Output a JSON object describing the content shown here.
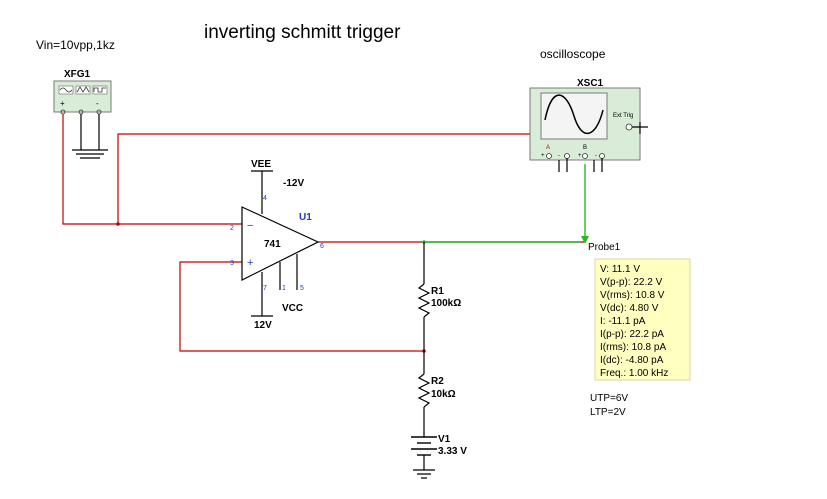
{
  "title": "inverting schmitt trigger",
  "input_note": "Vin=10vpp,1kz",
  "osc_note": "oscilloscope",
  "fg": {
    "ref": "XFG1",
    "pins": [
      "+",
      "",
      "-"
    ]
  },
  "scope": {
    "ref": "XSC1",
    "ext_trig": "Ext Trig",
    "ch_a": "A",
    "ch_b": "B",
    "ch_signs": [
      "+",
      "-",
      "+",
      "-"
    ]
  },
  "opamp": {
    "ref": "U1",
    "part": "741",
    "pin2": "2",
    "pin3": "3",
    "pin4": "4",
    "pin6": "6",
    "pin7": "7",
    "pin1": "1",
    "pin5": "5",
    "minus": "−",
    "plus": "+"
  },
  "vee": {
    "label": "VEE",
    "value": "-12V"
  },
  "vcc": {
    "label": "VCC",
    "value": "12V"
  },
  "r1": {
    "ref": "R1",
    "value": "100kΩ"
  },
  "r2": {
    "ref": "R2",
    "value": "10kΩ"
  },
  "v1": {
    "ref": "V1",
    "value": "3.33 V"
  },
  "probe": {
    "ref": "Probe1",
    "readings": [
      "V: 11.1 V",
      "V(p-p): 22.2 V",
      "V(rms): 10.8 V",
      "V(dc): 4.80 V",
      "I: -11.1 pA",
      "I(p-p): 22.2 pA",
      "I(rms): 10.8 pA",
      "I(dc): -4.80 pA",
      "Freq.: 1.00 kHz"
    ]
  },
  "thresholds": {
    "utp": "UTP=6V",
    "ltp": "LTP=2V"
  },
  "colors": {
    "wire_red": "#c00000",
    "wire_green": "#22bb22",
    "instrument_fill": "#d8ecd8",
    "probe_fill": "#ffffc0"
  }
}
